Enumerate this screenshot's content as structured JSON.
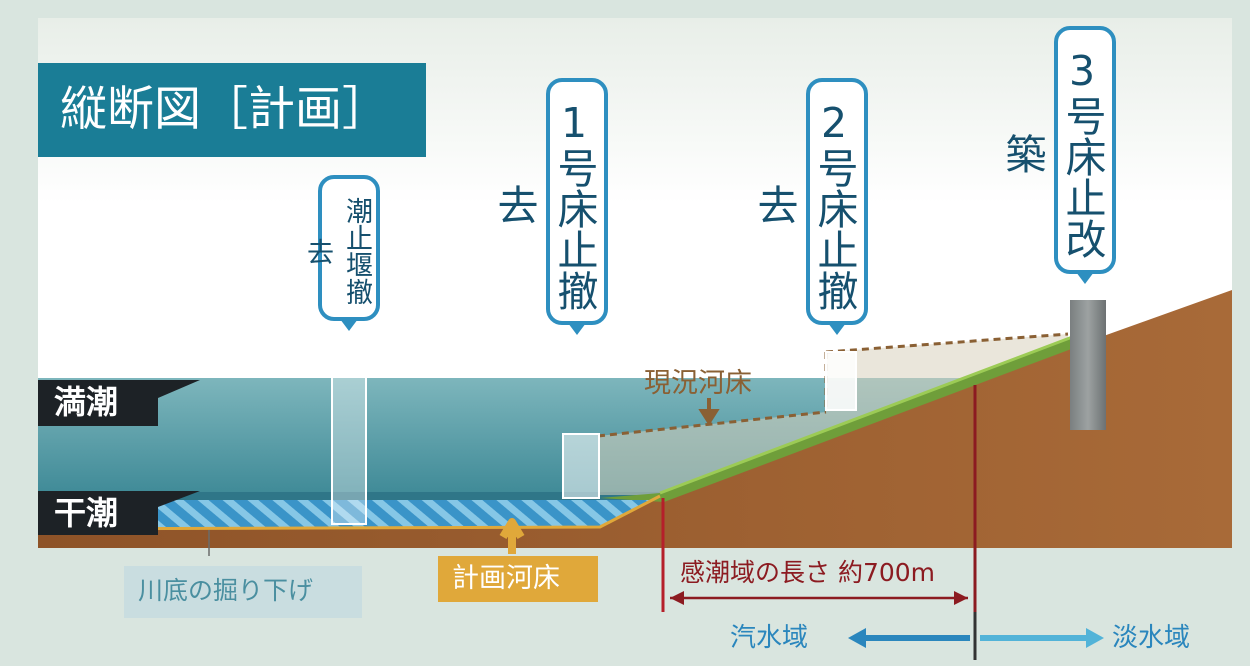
{
  "title": "縦断図［計画］",
  "tide": {
    "high": "満潮",
    "low": "干潮"
  },
  "callouts": {
    "weir": "潮止堰撤去",
    "sill1": "1号床止撤去",
    "sill2": "2号床止撤去",
    "sill3": "3号床止改築"
  },
  "labels": {
    "current_bed": "現況河床",
    "planned_bed": "計画河床",
    "excavation": "川底の掘り下げ",
    "tidal_length": "感潮域の長さ 約700m",
    "brackish": "汽水域",
    "freshwater": "淡水域"
  },
  "colors": {
    "frame": "#d9e5df",
    "sky": "#ffffff",
    "water": "#5e9fa8",
    "soil": "#9a5c2e",
    "accent_blue": "#2e8fc0",
    "title_bg": "#1a7d96",
    "planned_gold": "#e0a83a",
    "dark_red": "#8c1b21"
  }
}
